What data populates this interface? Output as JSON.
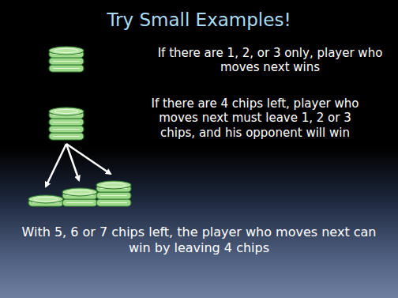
{
  "diagram": {
    "title": "Try Small Examples!",
    "labels": [
      "If there are 1, 2, or 3 only, player who moves next wins",
      "If there are 4 chips left, player who moves next must leave 1, 2 or 3 chips, and his opponent will win",
      "With 5, 6 or 7 chips left, the player who moves next can win by leaving 4 chips"
    ]
  }
}
